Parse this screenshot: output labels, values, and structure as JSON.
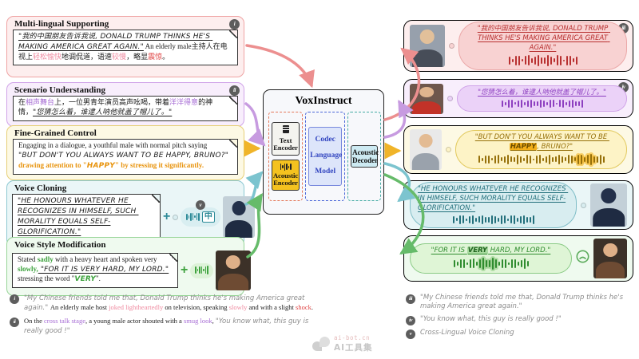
{
  "center": {
    "title": "VoxInstruct",
    "modules": {
      "text_encoder": "Text Encoder",
      "acoustic_encoder": "Acoustic Encoder",
      "codec_lm_lines": [
        "Codec",
        "Language",
        "Model"
      ],
      "acoustic_decoder": "Acoustic Decoder"
    }
  },
  "icons": {
    "plus": "+",
    "chinese_char": "中",
    "sad_face": "frowning-face"
  },
  "colors": {
    "pink": "#ec8f8f",
    "purple": "#c79be0",
    "yellow": "#f0b429",
    "teal": "#7cc4cf",
    "green": "#66bb6a",
    "badge_bg": "#5d5d5d",
    "accent_happy": "#f3b01c",
    "accent_very": "#a9dba0"
  },
  "left_boxes": [
    {
      "title": "Multi-lingual Supporting",
      "badge": "i",
      "segments": [
        {
          "style": "hand u",
          "text": "\"我的中国朋友告诉我说, DONALD TRUMP THINKS HE'S MAKING AMERICA GREAT AGAIN.\""
        },
        {
          "style": "",
          "text": " An elderly male主持人在电视上"
        },
        {
          "style": "c-pink",
          "text": "轻松愉快"
        },
        {
          "style": "",
          "text": "地调侃道，语速"
        },
        {
          "style": "c-pink",
          "text": "较慢"
        },
        {
          "style": "",
          "text": "，略显"
        },
        {
          "style": "c-red",
          "text": "震惊"
        },
        {
          "style": "",
          "text": "。"
        }
      ]
    },
    {
      "title": "Scenario Understanding",
      "badge": "ii",
      "segments": [
        {
          "style": "",
          "text": "在"
        },
        {
          "style": "c-purple",
          "text": "相声舞台"
        },
        {
          "style": "",
          "text": "上，一位男青年演员高声吆喝，带着"
        },
        {
          "style": "c-purple",
          "text": "洋洋得意"
        },
        {
          "style": "",
          "text": "的神情，"
        },
        {
          "style": "hand u",
          "text": "\"您猜怎么着，谁逮人呐他就盖了帽儿了。\""
        }
      ]
    },
    {
      "title": "Fine-Grained Control",
      "badge": "",
      "segments": [
        {
          "style": "",
          "text": "Engaging in a dialogue, a youthful male with normal pitch saying\n"
        },
        {
          "style": "hand",
          "text": "\"BUT DON'T YOU ALWAYS WANT TO BE HAPPY, BRUNO?\"\n"
        },
        {
          "style": "c-orange",
          "text": "drawing attention to \""
        },
        {
          "style": "hand b c-orange",
          "text": "HAPPY"
        },
        {
          "style": "c-orange",
          "text": "\" by stressing it significantly."
        }
      ]
    },
    {
      "title": "Voice Cloning",
      "badge": "v",
      "segments": [
        {
          "style": "hand u",
          "text": "\"HE HONOURS WHATEVER HE RECOGNIZES IN HIMSELF, SUCH MORALITY EQUALS SELF-GLORIFICATION.\""
        }
      ]
    },
    {
      "title": "Voice Style Modification",
      "badge": "",
      "segments": [
        {
          "style": "",
          "text": "Stated "
        },
        {
          "style": "c-green b",
          "text": "sadly"
        },
        {
          "style": "",
          "text": " with a heavy heart and spoken very "
        },
        {
          "style": "c-green b",
          "text": "slowly,"
        },
        {
          "style": "hand u",
          "text": " \"FOR IT IS VERY HARD, MY LORD.\""
        },
        {
          "style": "",
          "text": " stressing the word \""
        },
        {
          "style": "hand b c-green",
          "text": "VERY"
        },
        {
          "style": "",
          "text": "\"."
        }
      ]
    }
  ],
  "outputs": [
    {
      "badge": "iii",
      "segments": [
        {
          "style": "",
          "text": "\"我的中国朋友告诉我说, DONALD TRUMP THINKS HE'S MAKING AMERICA GREAT AGAIN.\""
        }
      ]
    },
    {
      "badge": "iv",
      "segments": [
        {
          "style": "",
          "text": "\"您猜怎么着，谁逮人呐他就盖了帽儿了。\""
        }
      ]
    },
    {
      "badge": "",
      "segments": [
        {
          "style": "",
          "text": "\"BUT DON'T YOU ALWAYS WANT TO BE "
        },
        {
          "style": "hl-happy",
          "text": "HAPPY"
        },
        {
          "style": "",
          "text": ", BRUNO?\""
        }
      ]
    },
    {
      "badge": "",
      "segments": [
        {
          "style": "",
          "text": "\"HE HONOURS WHATEVER HE RECOGNIZES IN HIMSELF, SUCH MORALITY EQUALS SELF-GLORIFICATION.\""
        }
      ]
    },
    {
      "badge": "",
      "segments": [
        {
          "style": "",
          "text": "\"FOR IT IS "
        },
        {
          "style": "hl-very",
          "text": "VERY"
        },
        {
          "style": "",
          "text": " HARD, MY LORD.\""
        }
      ]
    }
  ],
  "footnotes_left": [
    {
      "badge": "i",
      "segments": [
        {
          "style": "fnh",
          "text": "\"My Chinese friends told me that, Donald Trump thinks he's making America great again.\" "
        },
        {
          "style": "",
          "text": "An elderly male host "
        },
        {
          "style": "c-pink",
          "text": "joked lightheartedly"
        },
        {
          "style": "",
          "text": " on television, speaking "
        },
        {
          "style": "c-pink",
          "text": "slowly"
        },
        {
          "style": "",
          "text": " and with a slight "
        },
        {
          "style": "c-red",
          "text": "shock"
        },
        {
          "style": "",
          "text": "."
        }
      ]
    },
    {
      "badge": "ii",
      "segments": [
        {
          "style": "",
          "text": "On the "
        },
        {
          "style": "c-purple",
          "text": "cross talk stage"
        },
        {
          "style": "",
          "text": ", a young male actor shouted with a "
        },
        {
          "style": "c-purple",
          "text": "smug look"
        },
        {
          "style": "",
          "text": ", "
        },
        {
          "style": "fnh",
          "text": "\"You know what, this guy is really good !\""
        }
      ]
    }
  ],
  "footnotes_right": [
    {
      "badge": "iii",
      "text": "\"My Chinese friends told me that, Donald Trump thinks he's making America great again.\""
    },
    {
      "badge": "iv",
      "text": "\"You know what, this guy is really good !\""
    },
    {
      "badge": "v",
      "text": "Cross-Lingual Voice Cloning"
    }
  ],
  "watermark": {
    "line1": "ai-bot.cn",
    "line2": "AI工具集"
  }
}
